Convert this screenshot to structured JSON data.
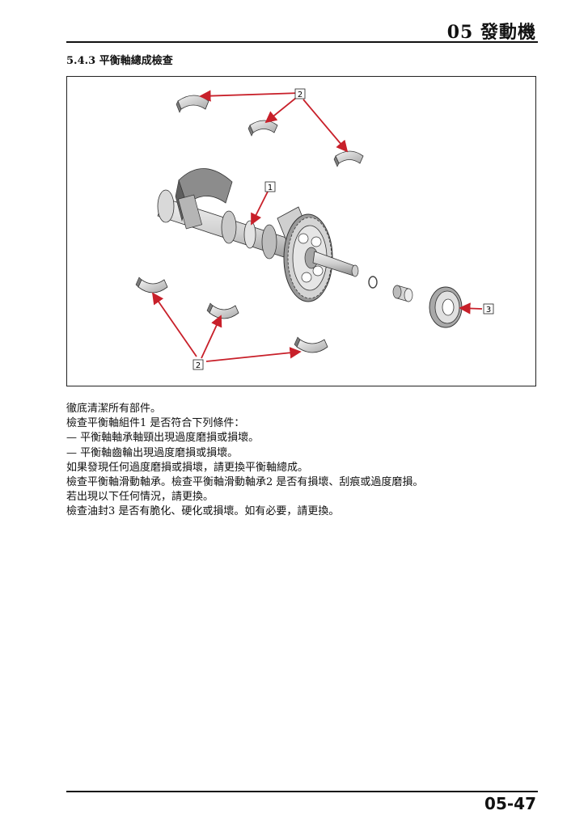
{
  "header": {
    "chapter": "05 發動機"
  },
  "section": {
    "title": "5.4.3 平衡軸總成檢查"
  },
  "figure": {
    "callouts": [
      "1",
      "2",
      "2",
      "3"
    ],
    "colors": {
      "arrow": "#c8202a",
      "part_light": "#e9e9e9",
      "part_mid": "#bdbdbd",
      "part_dark": "#6d6d6d"
    }
  },
  "body": {
    "lines": [
      "徹底清潔所有部件。",
      "檢查平衡軸組件1  是否符合下列條件：",
      "— 平衡軸軸承軸頸出現過度磨損或損壞。",
      "— 平衡軸齒輪出現過度磨損或損壞。",
      "如果發現任何過度磨損或損壞，請更換平衡軸總成。",
      "檢查平衡軸滑動軸承。檢查平衡軸滑動軸承2  是否有損壞、刮痕或過度磨損。",
      "若出現以下任何情況，請更換。",
      "檢查油封3  是否有脆化、硬化或損壞。如有必要，請更換。"
    ]
  },
  "footer": {
    "page_number": "05-47"
  }
}
